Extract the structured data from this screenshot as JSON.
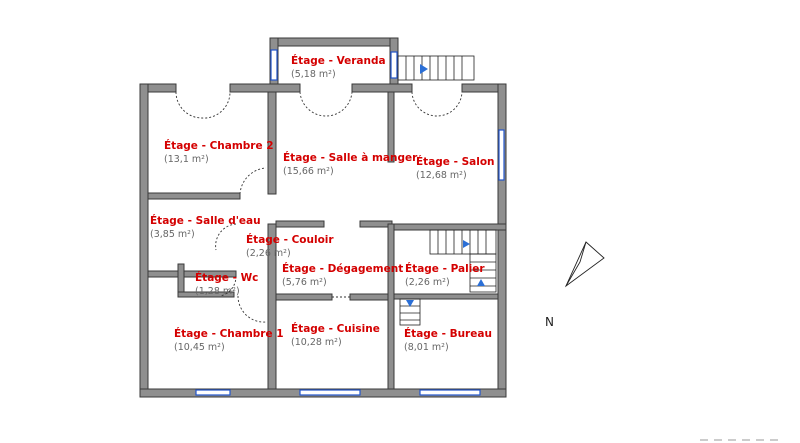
{
  "plan": {
    "rooms": [
      {
        "name": "Étage - Veranda",
        "area": "(5,18 m²)"
      },
      {
        "name": "Étage - Chambre 2",
        "area": "(13,1 m²)"
      },
      {
        "name": "Étage - Salle à manger",
        "area": "(15,66 m²)"
      },
      {
        "name": "Étage - Salon",
        "area": "(12,68 m²)"
      },
      {
        "name": "Étage - Salle d'eau",
        "area": "(3,85 m²)"
      },
      {
        "name": "Étage - Couloir",
        "area": "(2,26 m²)"
      },
      {
        "name": "Étage - Wc",
        "area": "(1,28 m²)"
      },
      {
        "name": "Étage - Dégagement",
        "area": "(5,76 m²)"
      },
      {
        "name": "Étage - Palier",
        "area": "(2,26 m²)"
      },
      {
        "name": "Étage - Chambre 1",
        "area": "(10,45 m²)"
      },
      {
        "name": "Étage - Cuisine",
        "area": "(10,28 m²)"
      },
      {
        "name": "Étage - Bureau",
        "area": "(8,01 m²)"
      }
    ],
    "north_label": "N",
    "colors": {
      "wall": "#8f8f8f",
      "wall_stroke": "#3a3a3a",
      "room_name": "#d40000",
      "window": "#2255cc",
      "stair_arrow": "#2b6fd6"
    }
  }
}
